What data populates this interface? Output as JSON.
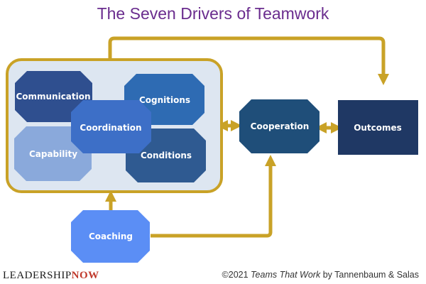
{
  "title": "The Seven Drivers of Teamwork",
  "nodes": {
    "communication": "Communication",
    "cognitions": "Cognitions",
    "coordination": "Coordination",
    "capability": "Capability",
    "conditions": "Conditions",
    "cooperation": "Cooperation",
    "outcomes": "Outcomes",
    "coaching": "Coaching"
  },
  "colors": {
    "title": "#6a2c8e",
    "connector": "#c9a227",
    "group_fill": "#dde6f1",
    "communication": "#2f4f8f",
    "cognitions": "#2e6bb3",
    "coordination": "#3d6fc7",
    "capability": "#8aa9db",
    "conditions": "#2f5a91",
    "cooperation": "#1f4e79",
    "outcomes": "#1f3864",
    "coaching": "#5b8ef5"
  },
  "footer": {
    "logo_part1": "LEADERSHIP",
    "logo_part2": "NOW",
    "credit_prefix": "©2021 ",
    "credit_book": "Teams That Work",
    "credit_suffix": " by Tannenbaum & Salas"
  }
}
